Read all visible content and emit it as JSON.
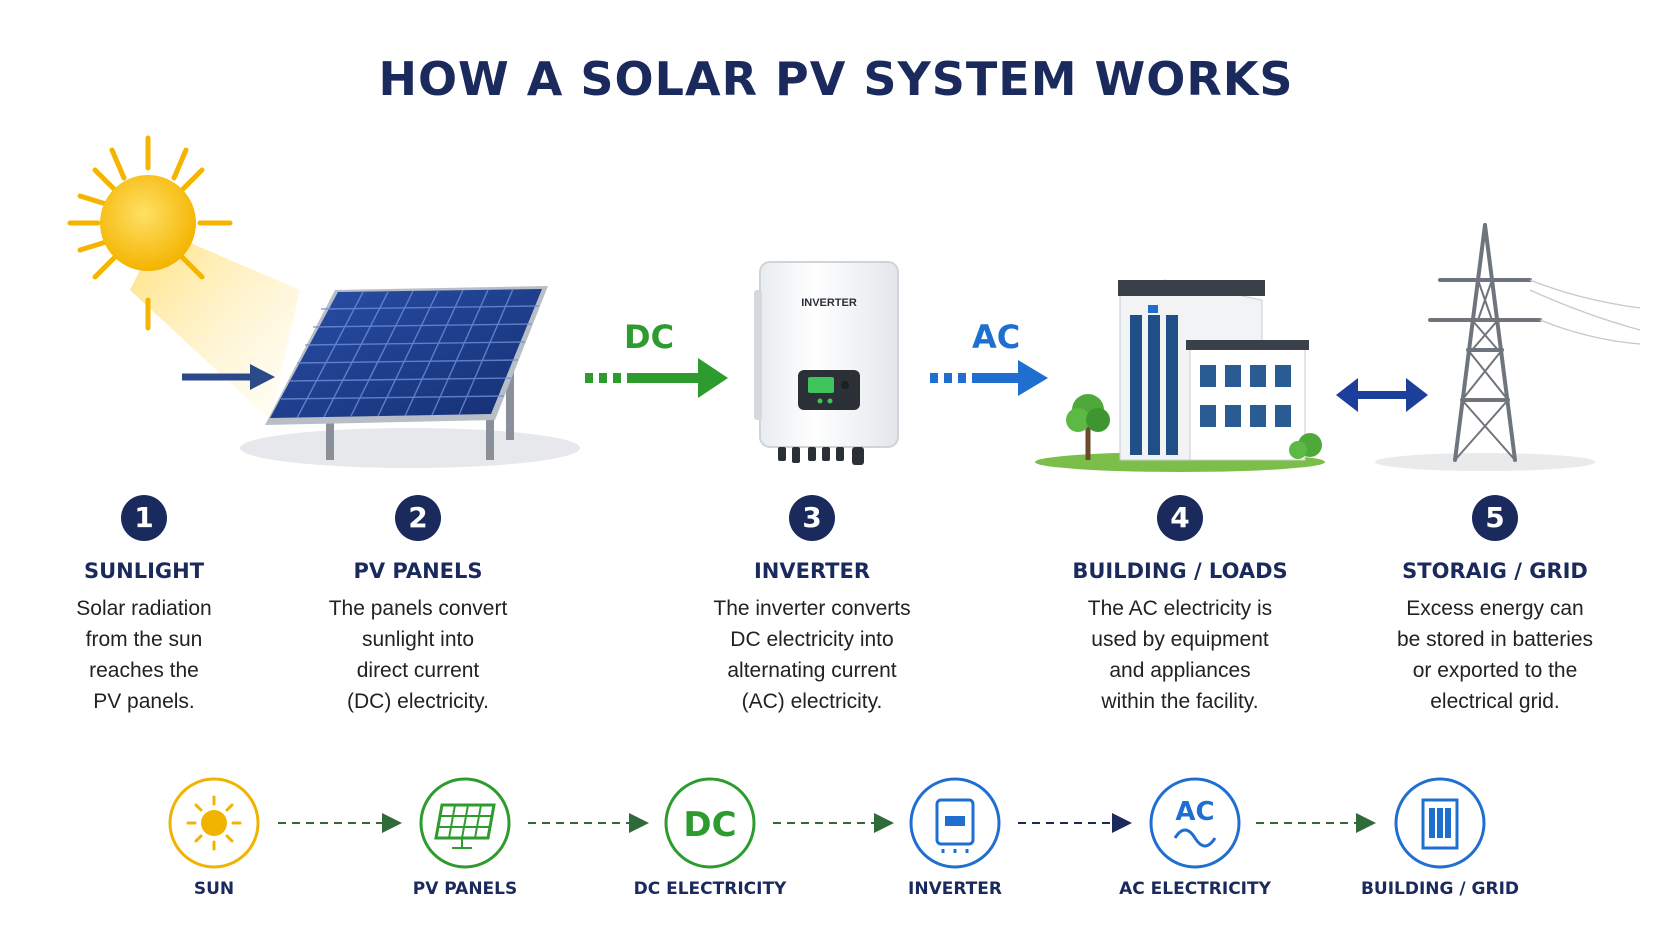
{
  "title": "HOW A SOLAR PV SYSTEM WORKS",
  "labels": {
    "dc": "DC",
    "ac": "AC",
    "inverter_device": "INVERTER"
  },
  "steps": [
    {
      "number": "1",
      "heading": "SUNLIGHT",
      "text": "Solar radiation\nfrom the sun\nreaches the\nPV panels."
    },
    {
      "number": "2",
      "heading": "PV PANELS",
      "text": "The panels convert\nsunlight into\ndirect current\n(DC) electricity."
    },
    {
      "number": "3",
      "heading": "INVERTER",
      "text": "The inverter converts\nDC electricity into\nalternating current\n(AC) electricity."
    },
    {
      "number": "4",
      "heading": "BUILDING / LOADS",
      "text": "The AC electricity is\nused by equipment\nand appliances\nwithin the facility."
    },
    {
      "number": "5",
      "heading": "STORAIG / GRID",
      "text": "Excess energy can\nbe stored in batteries\nor exported to the\nelectrical grid."
    }
  ],
  "flow": [
    {
      "label": "SUN",
      "icon": "sun-icon",
      "color": "#f0b400"
    },
    {
      "label": "PV PANELS",
      "icon": "solar-panel-icon",
      "color": "#2e9b2e"
    },
    {
      "label": "DC ELECTRICITY",
      "icon": "dc-icon",
      "icon_text": "DC",
      "color": "#2e9b2e"
    },
    {
      "label": "INVERTER",
      "icon": "inverter-icon",
      "color": "#1f6fd1"
    },
    {
      "label": "AC ELECTRICITY",
      "icon": "ac-icon",
      "icon_text": "AC",
      "color": "#1f6fd1"
    },
    {
      "label": "BUILDING / GRID",
      "icon": "building-icon",
      "color": "#1f6fd1"
    }
  ],
  "colors": {
    "navy": "#1b2a5c",
    "green": "#2e9b2e",
    "blue": "#1f6fd1",
    "sun": "#f0b400"
  }
}
